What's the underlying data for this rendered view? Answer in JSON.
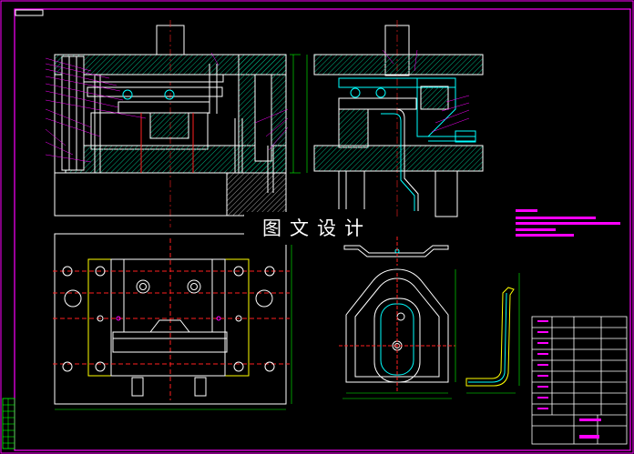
{
  "watermark": "图文设计",
  "colors": {
    "background": "#000000",
    "frame": "#ff00ff",
    "outline": "#ffffff",
    "center_line": "#ff2020",
    "hatch": "#00b080",
    "die_block": "#ffffff",
    "cyan": "#00ffff",
    "dimension": "#00ff00",
    "spring": "#ffff00",
    "notes": "#ff00ff",
    "title_block": "#ffffff"
  },
  "icons": [
    "front-section-view",
    "side-section-view",
    "top-plan-view",
    "part-drawing",
    "blank-profile",
    "title-block",
    "revision-table"
  ]
}
